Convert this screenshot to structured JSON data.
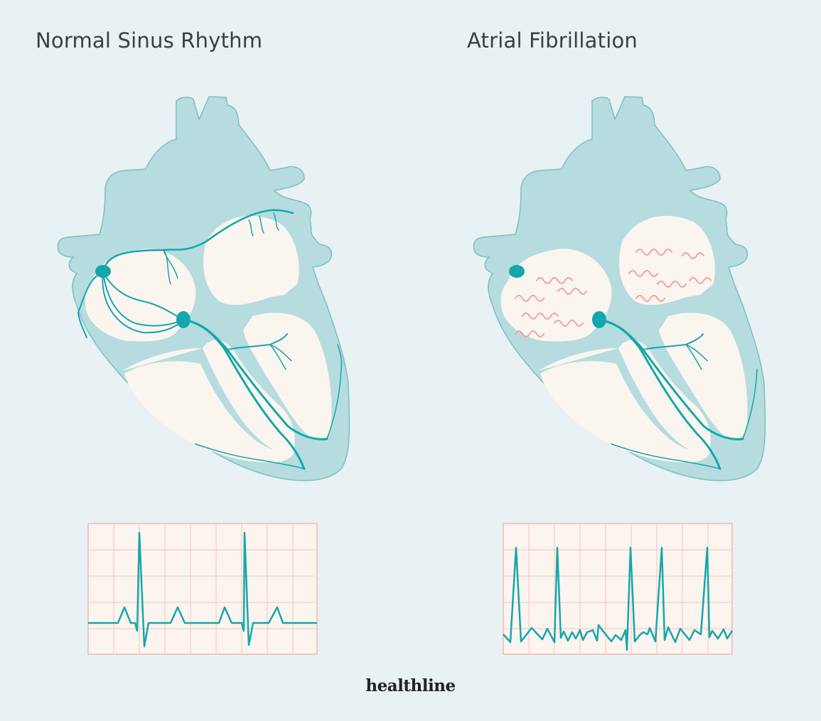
{
  "panels": [
    {
      "title": "Normal Sinus Rhythm",
      "ecg": "regular rhythm with P waves before each QRS"
    },
    {
      "title": "Atrial Fibrillation",
      "ecg": "irregular rhythm with fibrillatory baseline, no P waves"
    }
  ],
  "brand": "healthline",
  "colors": {
    "background": "#e8f1f3",
    "heart_wall": "#b6dcdf",
    "heart_outline": "#7dbfc3",
    "chamber": "#fbf5ef",
    "conduction": "#14a7ad",
    "ecg_grid": "#f3b8b4",
    "ecg_paper": "#fcf4ee",
    "fibrillation_arrows": "#f0a49e"
  }
}
